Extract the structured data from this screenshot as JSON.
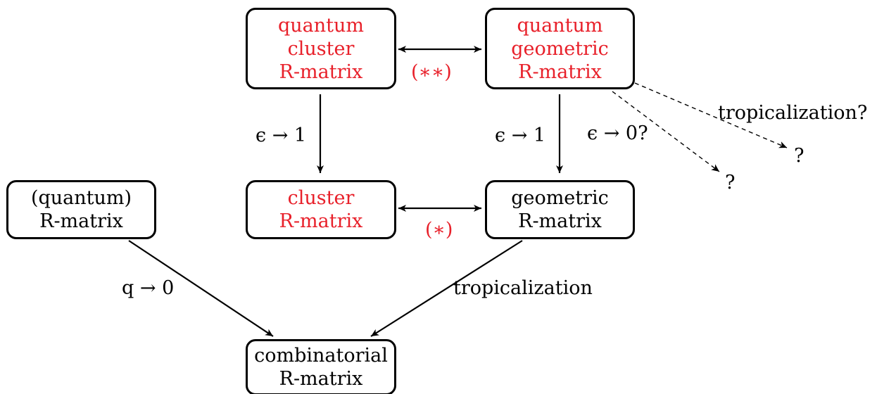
{
  "nodes": {
    "quantum_cluster": {
      "lines": [
        "quantum",
        "cluster",
        "R-matrix"
      ],
      "color": "#e8202a"
    },
    "quantum_geometric": {
      "lines": [
        "quantum",
        "geometric",
        "R-matrix"
      ],
      "color": "#e8202a"
    },
    "cluster": {
      "lines": [
        "cluster",
        "R-matrix"
      ],
      "color": "#e8202a"
    },
    "geometric": {
      "lines": [
        "geometric",
        "R-matrix"
      ],
      "color": "#000000"
    },
    "quantum_r": {
      "lines": [
        "(quantum)",
        "R-matrix"
      ],
      "color": "#000000"
    },
    "combinatorial": {
      "lines": [
        "combinatorial",
        "R-matrix"
      ],
      "color": "#000000"
    }
  },
  "edges": {
    "double_star": "(∗∗)",
    "single_star": "(∗)",
    "eps_to_1_left": "ϵ → 1",
    "eps_to_1_right": "ϵ → 1",
    "eps_to_0": "ϵ → 0?",
    "tropicalization_q": "tropicalization?",
    "q_to_0": "q → 0",
    "tropicalization": "tropicalization"
  },
  "endpoints": {
    "upper": "?",
    "lower": "?"
  }
}
